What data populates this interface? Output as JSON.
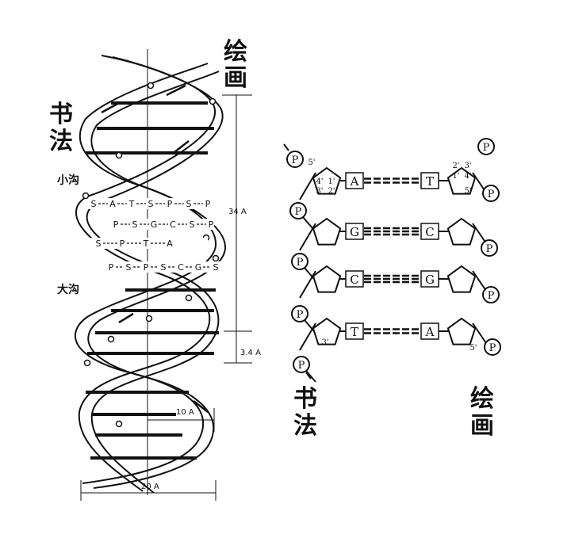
{
  "labels": {
    "left_shufa": [
      "书",
      "法"
    ],
    "left_huihua": [
      "绘",
      "画"
    ],
    "minor_groove": "小沟",
    "major_groove": "大沟",
    "pitch": "34 A",
    "rise": "3.4 A",
    "radius": "10 A",
    "diameter": "20 A",
    "right_shufa": [
      "书",
      "法"
    ],
    "right_huihua": [
      "绘",
      "画"
    ]
  },
  "helix_strips": [
    [
      "S",
      "A",
      "T",
      "S",
      "P",
      "S",
      "P"
    ],
    [
      "P",
      "S",
      "G",
      "C",
      "S",
      "P"
    ],
    [
      "S",
      "P",
      "T",
      "A"
    ],
    [
      "P",
      "S",
      "P",
      "S",
      "C",
      "G",
      "S"
    ]
  ],
  "pairs": [
    {
      "left": "A",
      "right": "T",
      "bonds": 2
    },
    {
      "left": "G",
      "right": "C",
      "bonds": 3
    },
    {
      "left": "C",
      "right": "G",
      "bonds": 3
    },
    {
      "left": "T",
      "right": "A",
      "bonds": 2
    }
  ],
  "phosphate": "P",
  "primes": {
    "five_top": "5'",
    "sugar_left": [
      "4'",
      "1'",
      "3'",
      "2'"
    ],
    "sugar_right": [
      "2'",
      "3'",
      "1'",
      "4'"
    ],
    "five_right": "5'",
    "three_bottom": "3'",
    "five_bottom": "5'"
  }
}
